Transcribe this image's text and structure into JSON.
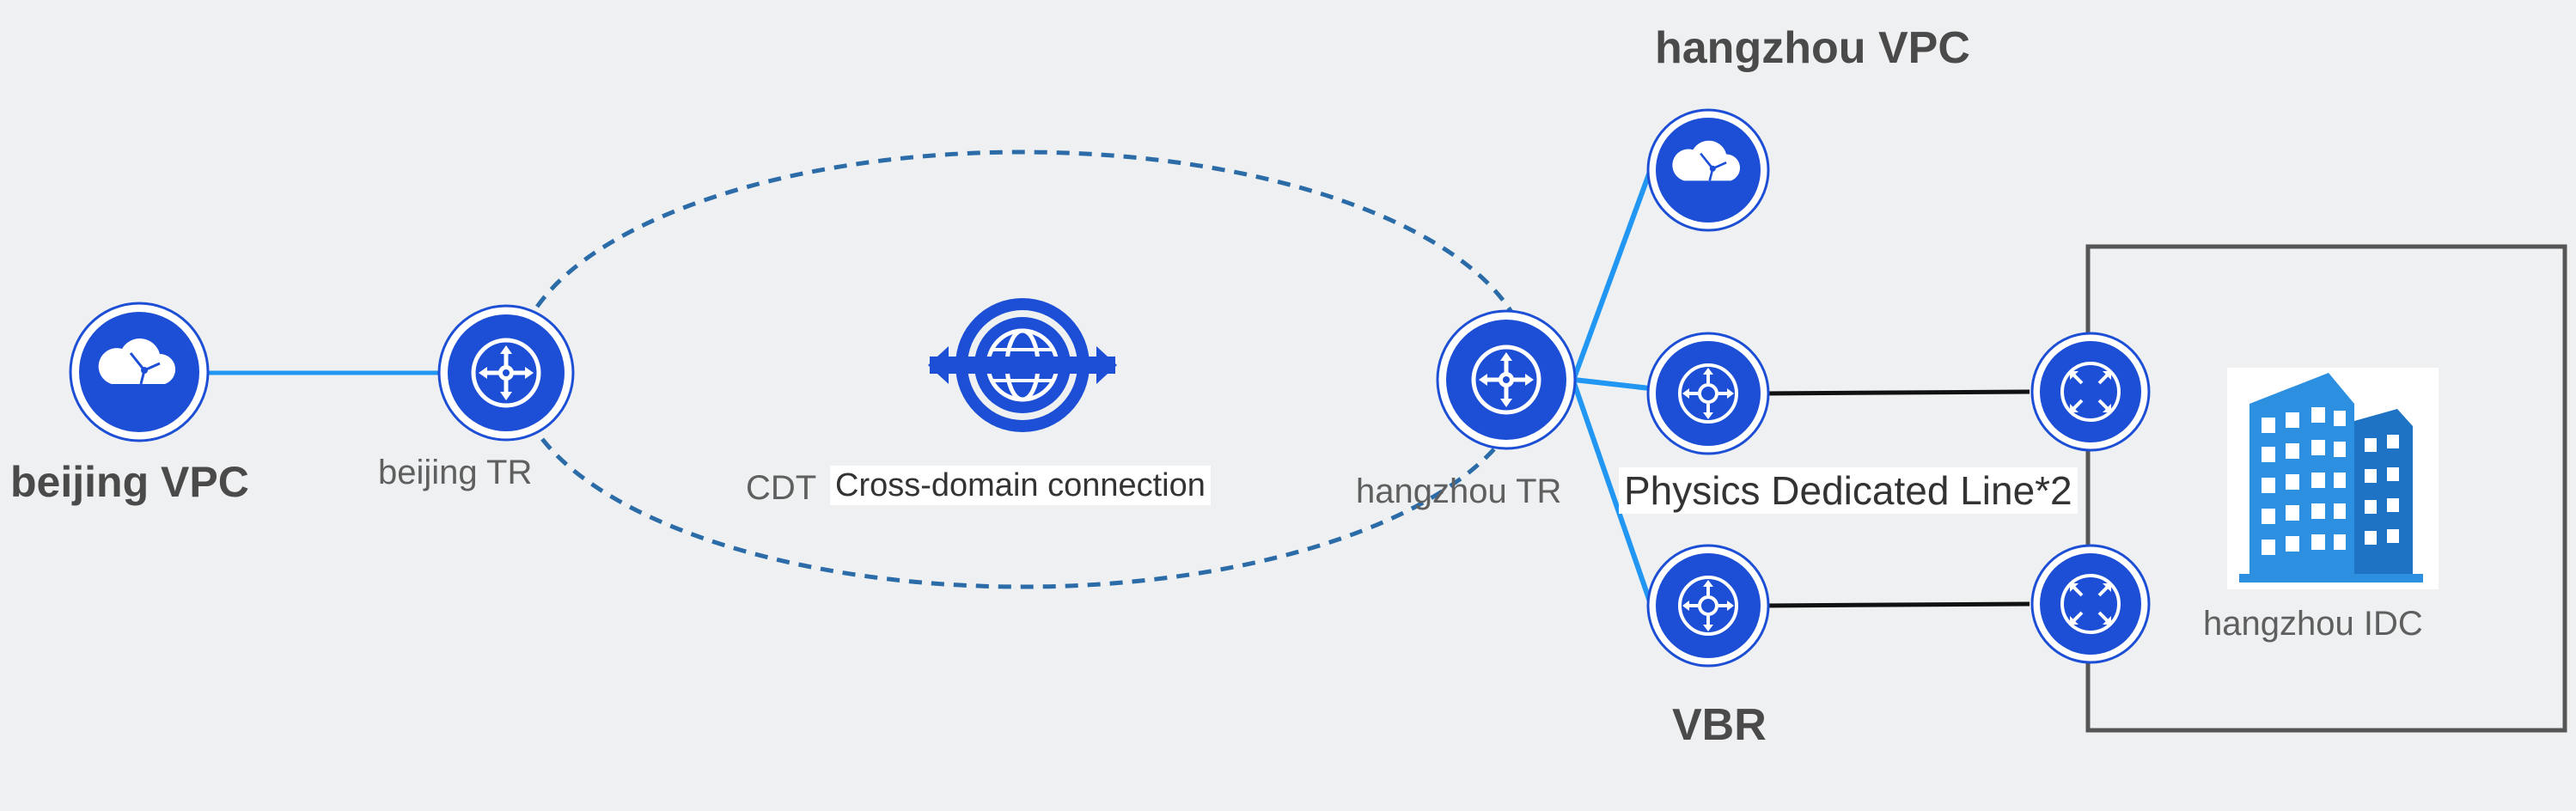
{
  "labels": {
    "beijing_vpc": "beijing VPC",
    "beijing_tr": "beijing TR",
    "cdt_prefix": "CDT",
    "cdt_connection": "Cross-domain connection",
    "hangzhou_tr": "hangzhou TR",
    "hangzhou_vpc": "hangzhou VPC",
    "physics_line": "Physics Dedicated Line*2",
    "vbr": "VBR",
    "hangzhou_idc": "hangzhou IDC"
  },
  "colors": {
    "background": "#eef0f1",
    "node_blue": "#1c4fd6",
    "link_blue": "#2196f3",
    "dashed_ring": "#2b6ca8",
    "dedicated_line": "#111111",
    "idc_box": "#555555",
    "building": "#2d8fe0"
  },
  "icons": {
    "vpc": "cloud-icon",
    "tr": "transit-router-icon",
    "vbr": "router-icon",
    "cdt": "globe-arrows-icon",
    "idc": "building-icon"
  }
}
